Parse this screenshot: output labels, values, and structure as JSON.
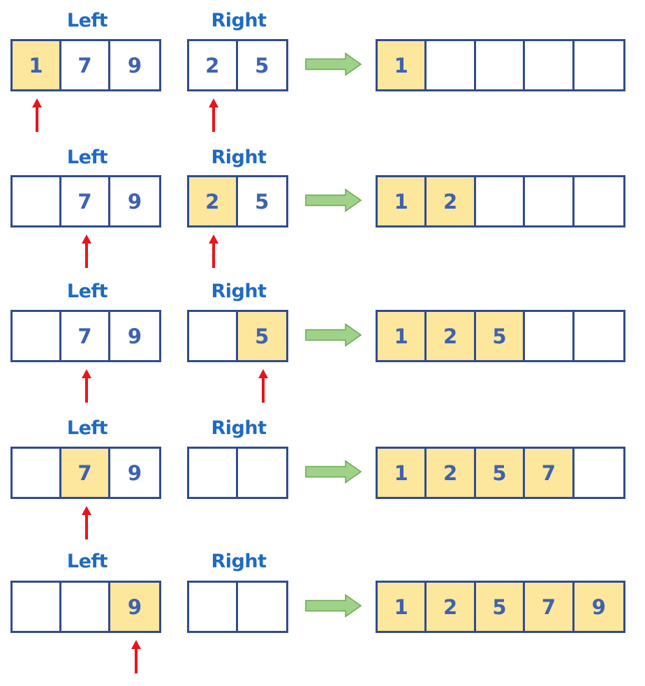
{
  "colors": {
    "label_text": "#1f6bc1",
    "cell_text": "#3e62b0",
    "cell_border": "#2f4c8f",
    "highlight_fill": "#fde79c",
    "pointer_arrow": "#e8141c",
    "flow_arrow_fill": "#9fd288",
    "flow_arrow_stroke": "#6aa84f"
  },
  "steps": [
    {
      "left_label": "Left",
      "right_label": "Right",
      "left": {
        "cells": [
          "1",
          "7",
          "9"
        ],
        "highlight": 0,
        "pointer": 0
      },
      "right": {
        "cells": [
          "2",
          "5"
        ],
        "highlight": null,
        "pointer": 0
      },
      "result": {
        "cells": [
          "1",
          "",
          "",
          "",
          ""
        ],
        "filled": 1
      }
    },
    {
      "left_label": "Left",
      "right_label": "Right",
      "left": {
        "cells": [
          "",
          "7",
          "9"
        ],
        "highlight": null,
        "pointer": 1
      },
      "right": {
        "cells": [
          "2",
          "5"
        ],
        "highlight": 0,
        "pointer": 0
      },
      "result": {
        "cells": [
          "1",
          "2",
          "",
          "",
          ""
        ],
        "filled": 2
      }
    },
    {
      "left_label": "Left",
      "right_label": "Right",
      "left": {
        "cells": [
          "",
          "7",
          "9"
        ],
        "highlight": null,
        "pointer": 1
      },
      "right": {
        "cells": [
          "",
          "5"
        ],
        "highlight": 1,
        "pointer": 1
      },
      "result": {
        "cells": [
          "1",
          "2",
          "5",
          "",
          ""
        ],
        "filled": 3
      }
    },
    {
      "left_label": "Left",
      "right_label": "Right",
      "left": {
        "cells": [
          "",
          "7",
          "9"
        ],
        "highlight": 1,
        "pointer": 1
      },
      "right": {
        "cells": [
          "",
          ""
        ],
        "highlight": null,
        "pointer": null
      },
      "result": {
        "cells": [
          "1",
          "2",
          "5",
          "7",
          ""
        ],
        "filled": 4
      }
    },
    {
      "left_label": "Left",
      "right_label": "Right",
      "left": {
        "cells": [
          "",
          "",
          "9"
        ],
        "highlight": 2,
        "pointer": 2
      },
      "right": {
        "cells": [
          "",
          ""
        ],
        "highlight": null,
        "pointer": null
      },
      "result": {
        "cells": [
          "1",
          "2",
          "5",
          "7",
          "9"
        ],
        "filled": 5
      }
    }
  ]
}
